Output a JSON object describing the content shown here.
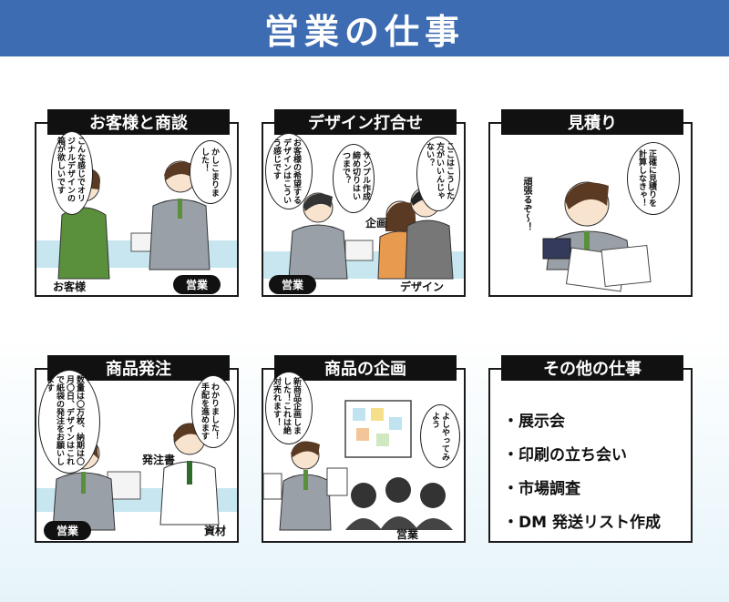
{
  "title": "営業の仕事",
  "panels": [
    {
      "id": "p1",
      "tab": "お客様と商談",
      "bubbles": [
        "こんな感じでオリジナルデザインの箱が欲しいです",
        "かしこまりました！"
      ],
      "labels": [
        "お客様",
        "営業"
      ]
    },
    {
      "id": "p2",
      "tab": "デザイン打合せ",
      "bubbles": [
        "お客様の希望するデザインはこういう感じです",
        "サンプル作成締め切りはいつまで？",
        "ここはこうした方がいいんじゃない？"
      ],
      "labels": [
        "営業",
        "企画",
        "デザイン"
      ]
    },
    {
      "id": "p3",
      "tab": "見積り",
      "bubbles": [
        "正確に見積りを計算しなきゃ！",
        "頑張るぞ〜！"
      ],
      "labels": []
    },
    {
      "id": "p4",
      "tab": "商品発注",
      "bubbles": [
        "数量は〇万枚、納期は〇月〇日、デザインはこれで紙袋の発注をお願いします",
        "わかりました！手配を進めます"
      ],
      "labels": [
        "発注書",
        "営業",
        "資材"
      ]
    },
    {
      "id": "p5",
      "tab": "商品の企画",
      "bubbles": [
        "新商品企画しました！これは絶対売れます！",
        "よしやってみよう"
      ],
      "labels": [
        "営業"
      ]
    },
    {
      "id": "p6",
      "tab": "その他の仕事",
      "items": [
        "展示会",
        "印刷の立ち会い",
        "市場調査",
        "DM 発送リスト作成"
      ]
    }
  ],
  "colors": {
    "header": "#3d6cb2",
    "suit": "#9aa0a8",
    "green": "#5a8f3c",
    "hair": "#5a3a22",
    "table": "#c7e6f0"
  }
}
